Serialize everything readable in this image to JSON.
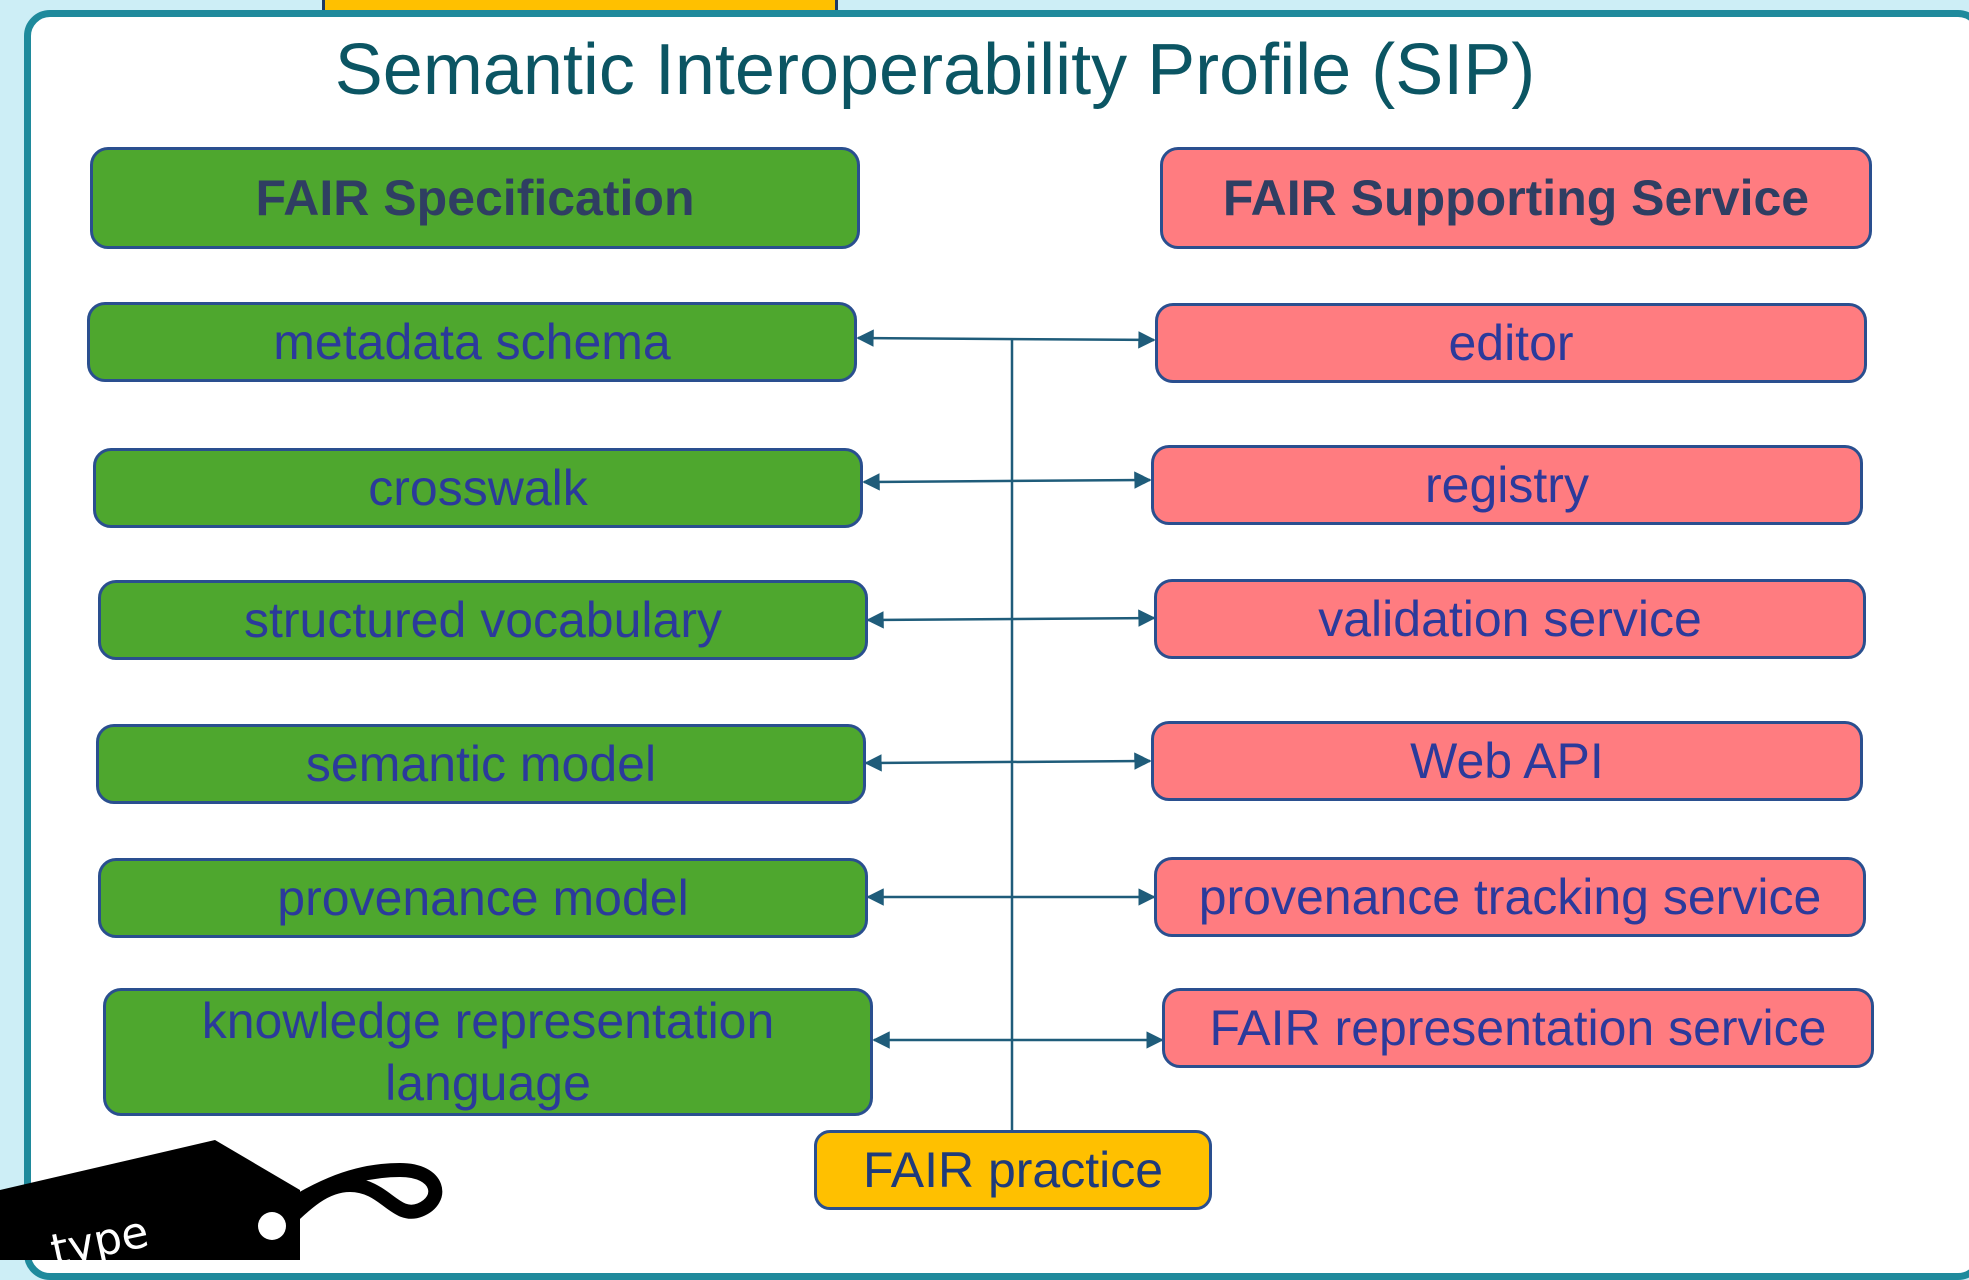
{
  "title": "Semantic Interoperability Profile (SIP)",
  "specification": {
    "header": "FAIR Specification",
    "items": [
      "metadata schema",
      "crosswalk",
      "structured vocabulary",
      "semantic model",
      "provenance model",
      "knowledge representation language"
    ]
  },
  "services": {
    "header": "FAIR Supporting Service",
    "items": [
      "editor",
      "registry",
      "validation service",
      "Web API",
      "provenance tracking service",
      "FAIR representation service"
    ]
  },
  "practice": "FAIR practice",
  "tag_text": "type",
  "colors": {
    "specification": "#4ea72e",
    "service": "#ff7c80",
    "practice": "#ffc000",
    "connector": "#1f5c7a",
    "panel_border": "#1f8a9c"
  }
}
